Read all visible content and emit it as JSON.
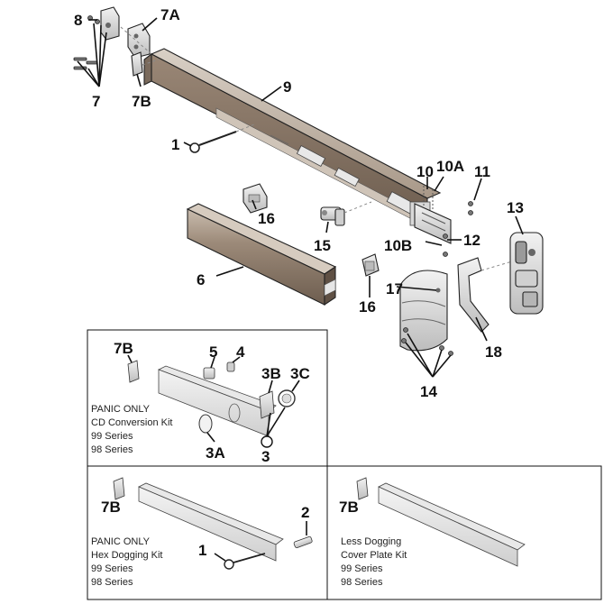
{
  "callouts": {
    "c8": "8",
    "c7a": "7A",
    "c7": "7",
    "c7b": "7B",
    "c9": "9",
    "c1": "1",
    "c10": "10",
    "c10a": "10A",
    "c11": "11",
    "c13": "13",
    "c16a": "16",
    "c15": "15",
    "c10b": "10B",
    "c12": "12",
    "c6": "6",
    "c17": "17",
    "c16b": "16",
    "c18": "18",
    "c14": "14"
  },
  "kit_cd": {
    "c7b": "7B",
    "c5": "5",
    "c4": "4",
    "c3b": "3B",
    "c3c": "3C",
    "c3a": "3A",
    "c3": "3",
    "lines": [
      "PANIC ONLY",
      "CD Conversion Kit",
      "99 Series",
      "98 Series"
    ]
  },
  "kit_hex": {
    "c7b": "7B",
    "c2": "2",
    "c1": "1",
    "lines": [
      "PANIC ONLY",
      "Hex Dogging Kit",
      "99 Series",
      "98 Series"
    ]
  },
  "kit_cover": {
    "c7b": "7B",
    "lines": [
      "Less Dogging",
      "Cover Plate Kit",
      "99 Series",
      "98 Series"
    ]
  }
}
